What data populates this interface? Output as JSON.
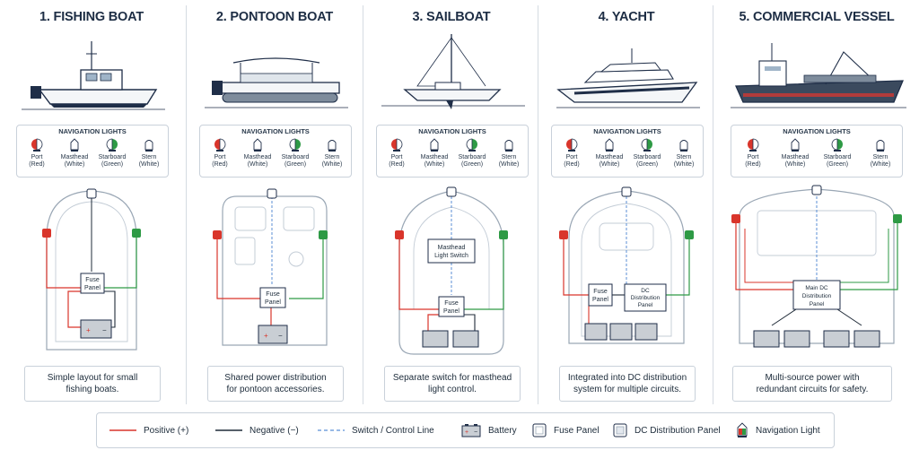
{
  "columns": [
    {
      "title": "1. FISHING BOAT",
      "nav": {
        "title": "NAVIGATION LIGHTS",
        "lights": [
          {
            "name": "Port",
            "color": "(Red)"
          },
          {
            "name": "Masthead",
            "color": "(White)"
          },
          {
            "name": "Starboard",
            "color": "(Green)"
          },
          {
            "name": "Stern",
            "color": "(White)"
          }
        ]
      },
      "panels": [
        "Fuse",
        "Panel"
      ],
      "caption_lines": [
        "Simple layout for small",
        "fishing boats."
      ]
    },
    {
      "title": "2. PONTOON BOAT",
      "nav": {
        "title": "NAVIGATION LIGHTS",
        "lights": [
          {
            "name": "Port",
            "color": "(Red)"
          },
          {
            "name": "Masthead",
            "color": "(White)"
          },
          {
            "name": "Starboard",
            "color": "(Green)"
          },
          {
            "name": "Stern",
            "color": "(White)"
          }
        ]
      },
      "panels": [
        "Fuse",
        "Panel"
      ],
      "caption_lines": [
        "Shared power distribution",
        "for pontoon accessories."
      ]
    },
    {
      "title": "3. SAILBOAT",
      "nav": {
        "title": "NAVIGATION LIGHTS",
        "lights": [
          {
            "name": "Port",
            "color": "(Red)"
          },
          {
            "name": "Masthead",
            "color": "(White)"
          },
          {
            "name": "Starboard",
            "color": "(Green)"
          },
          {
            "name": "Stern",
            "color": "(White)"
          }
        ]
      },
      "panels": [
        "Fuse",
        "Panel"
      ],
      "switch_label": [
        "Masthead",
        "Light Switch"
      ],
      "caption_lines": [
        "Separate switch for masthead",
        "light control."
      ]
    },
    {
      "title": "4. YACHT",
      "nav": {
        "title": "NAVIGATION LIGHTS",
        "lights": [
          {
            "name": "Port",
            "color": "(Red)"
          },
          {
            "name": "Masthead",
            "color": "(White)"
          },
          {
            "name": "Starboard",
            "color": "(Green)"
          },
          {
            "name": "Stern",
            "color": "(White)"
          }
        ]
      },
      "panels": [
        "Fuse",
        "Panel"
      ],
      "dc_panel": [
        "DC",
        "Distribution",
        "Panel"
      ],
      "caption_lines": [
        "Integrated into DC distribution",
        "system for multiple circuits."
      ]
    },
    {
      "title": "5. COMMERCIAL VESSEL",
      "nav": {
        "title": "NAVIGATION LIGHTS",
        "lights": [
          {
            "name": "Port",
            "color": "(Red)"
          },
          {
            "name": "Masthead",
            "color": "(White)"
          },
          {
            "name": "Starboard",
            "color": "(Green)"
          },
          {
            "name": "Stern",
            "color": "(White)"
          }
        ]
      },
      "main_panel": [
        "Main DC",
        "Distribution",
        "Panel"
      ],
      "caption_lines": [
        "Multi-source power with",
        "redundant circuits for safety."
      ]
    }
  ],
  "legend": {
    "positive": "Positive (+)",
    "negative": "Negative (−)",
    "switch": "Switch / Control Line",
    "battery": "Battery",
    "fuse_panel": "Fuse Panel",
    "dc_panel": "DC Distribution Panel",
    "nav_light": "Navigation Light"
  },
  "colors": {
    "positive": "#d9352b",
    "negative": "#1f2b38",
    "switch": "#5b8fd6",
    "port": "#d9352b",
    "starboard": "#2e9a45",
    "hull": "#1f2e48"
  }
}
